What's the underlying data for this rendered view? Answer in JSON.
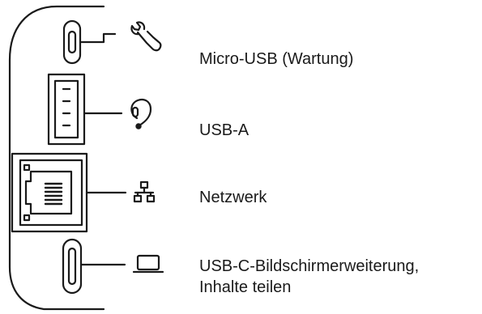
{
  "ports": [
    {
      "id": "micro-usb",
      "icon": "wrench-icon",
      "label_lines": [
        "Micro-USB (Wartung)"
      ]
    },
    {
      "id": "usb-a",
      "icon": "headset-icon",
      "label_lines": [
        "USB-A"
      ]
    },
    {
      "id": "network",
      "icon": "network-icon",
      "label_lines": [
        "Netzwerk"
      ]
    },
    {
      "id": "usb-c",
      "icon": "laptop-icon",
      "label_lines": [
        "USB-C-Bildschirmerweiterung,",
        "Inhalte teilen"
      ]
    }
  ],
  "colors": {
    "stroke": "#1a1a1a",
    "background": "#ffffff"
  }
}
